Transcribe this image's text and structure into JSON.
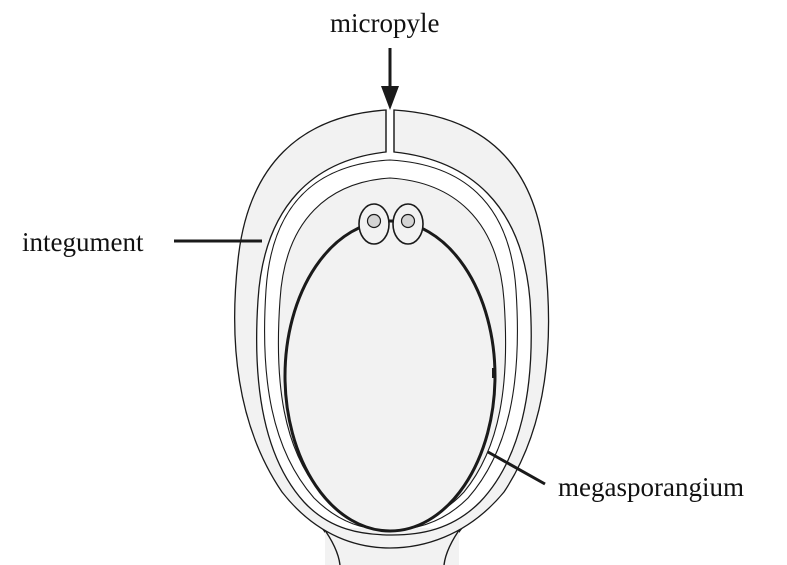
{
  "labels": {
    "micropyle": "micropyle",
    "integument": "integument",
    "megasporangium": "megasporangium"
  },
  "colors": {
    "outline": "#1a1a1a",
    "fill": "#f2f2f2",
    "cell_inner": "#d4d4d4",
    "background": "#ffffff"
  }
}
